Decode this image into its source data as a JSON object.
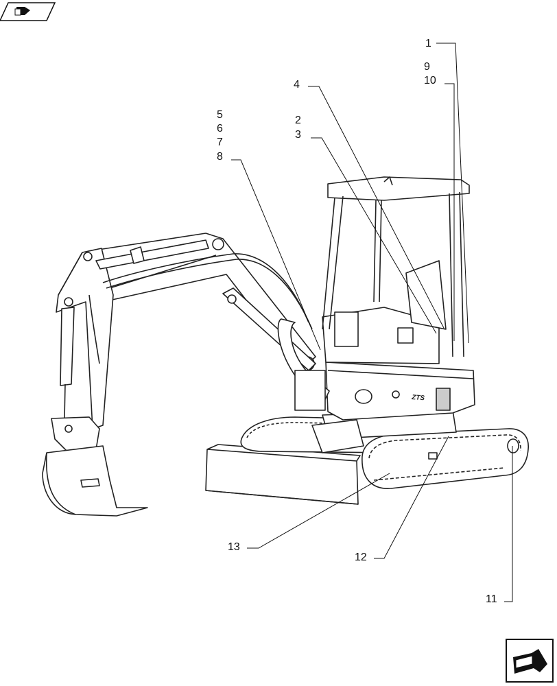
{
  "callouts": [
    {
      "id": "c1",
      "label": "1"
    },
    {
      "id": "c9",
      "label": "9"
    },
    {
      "id": "c10",
      "label": "10"
    },
    {
      "id": "c4",
      "label": "4"
    },
    {
      "id": "c2",
      "label": "2"
    },
    {
      "id": "c3",
      "label": "3"
    },
    {
      "id": "c5",
      "label": "5"
    },
    {
      "id": "c6",
      "label": "6"
    },
    {
      "id": "c7",
      "label": "7"
    },
    {
      "id": "c8",
      "label": "8"
    },
    {
      "id": "c13",
      "label": "13"
    },
    {
      "id": "c12",
      "label": "12"
    },
    {
      "id": "c11",
      "label": "11"
    }
  ],
  "machine": {
    "model_badge": "ZTS"
  },
  "nav": {
    "top_icon": "book-arrow-icon",
    "bottom_icon": "next-page-arrow-icon"
  }
}
